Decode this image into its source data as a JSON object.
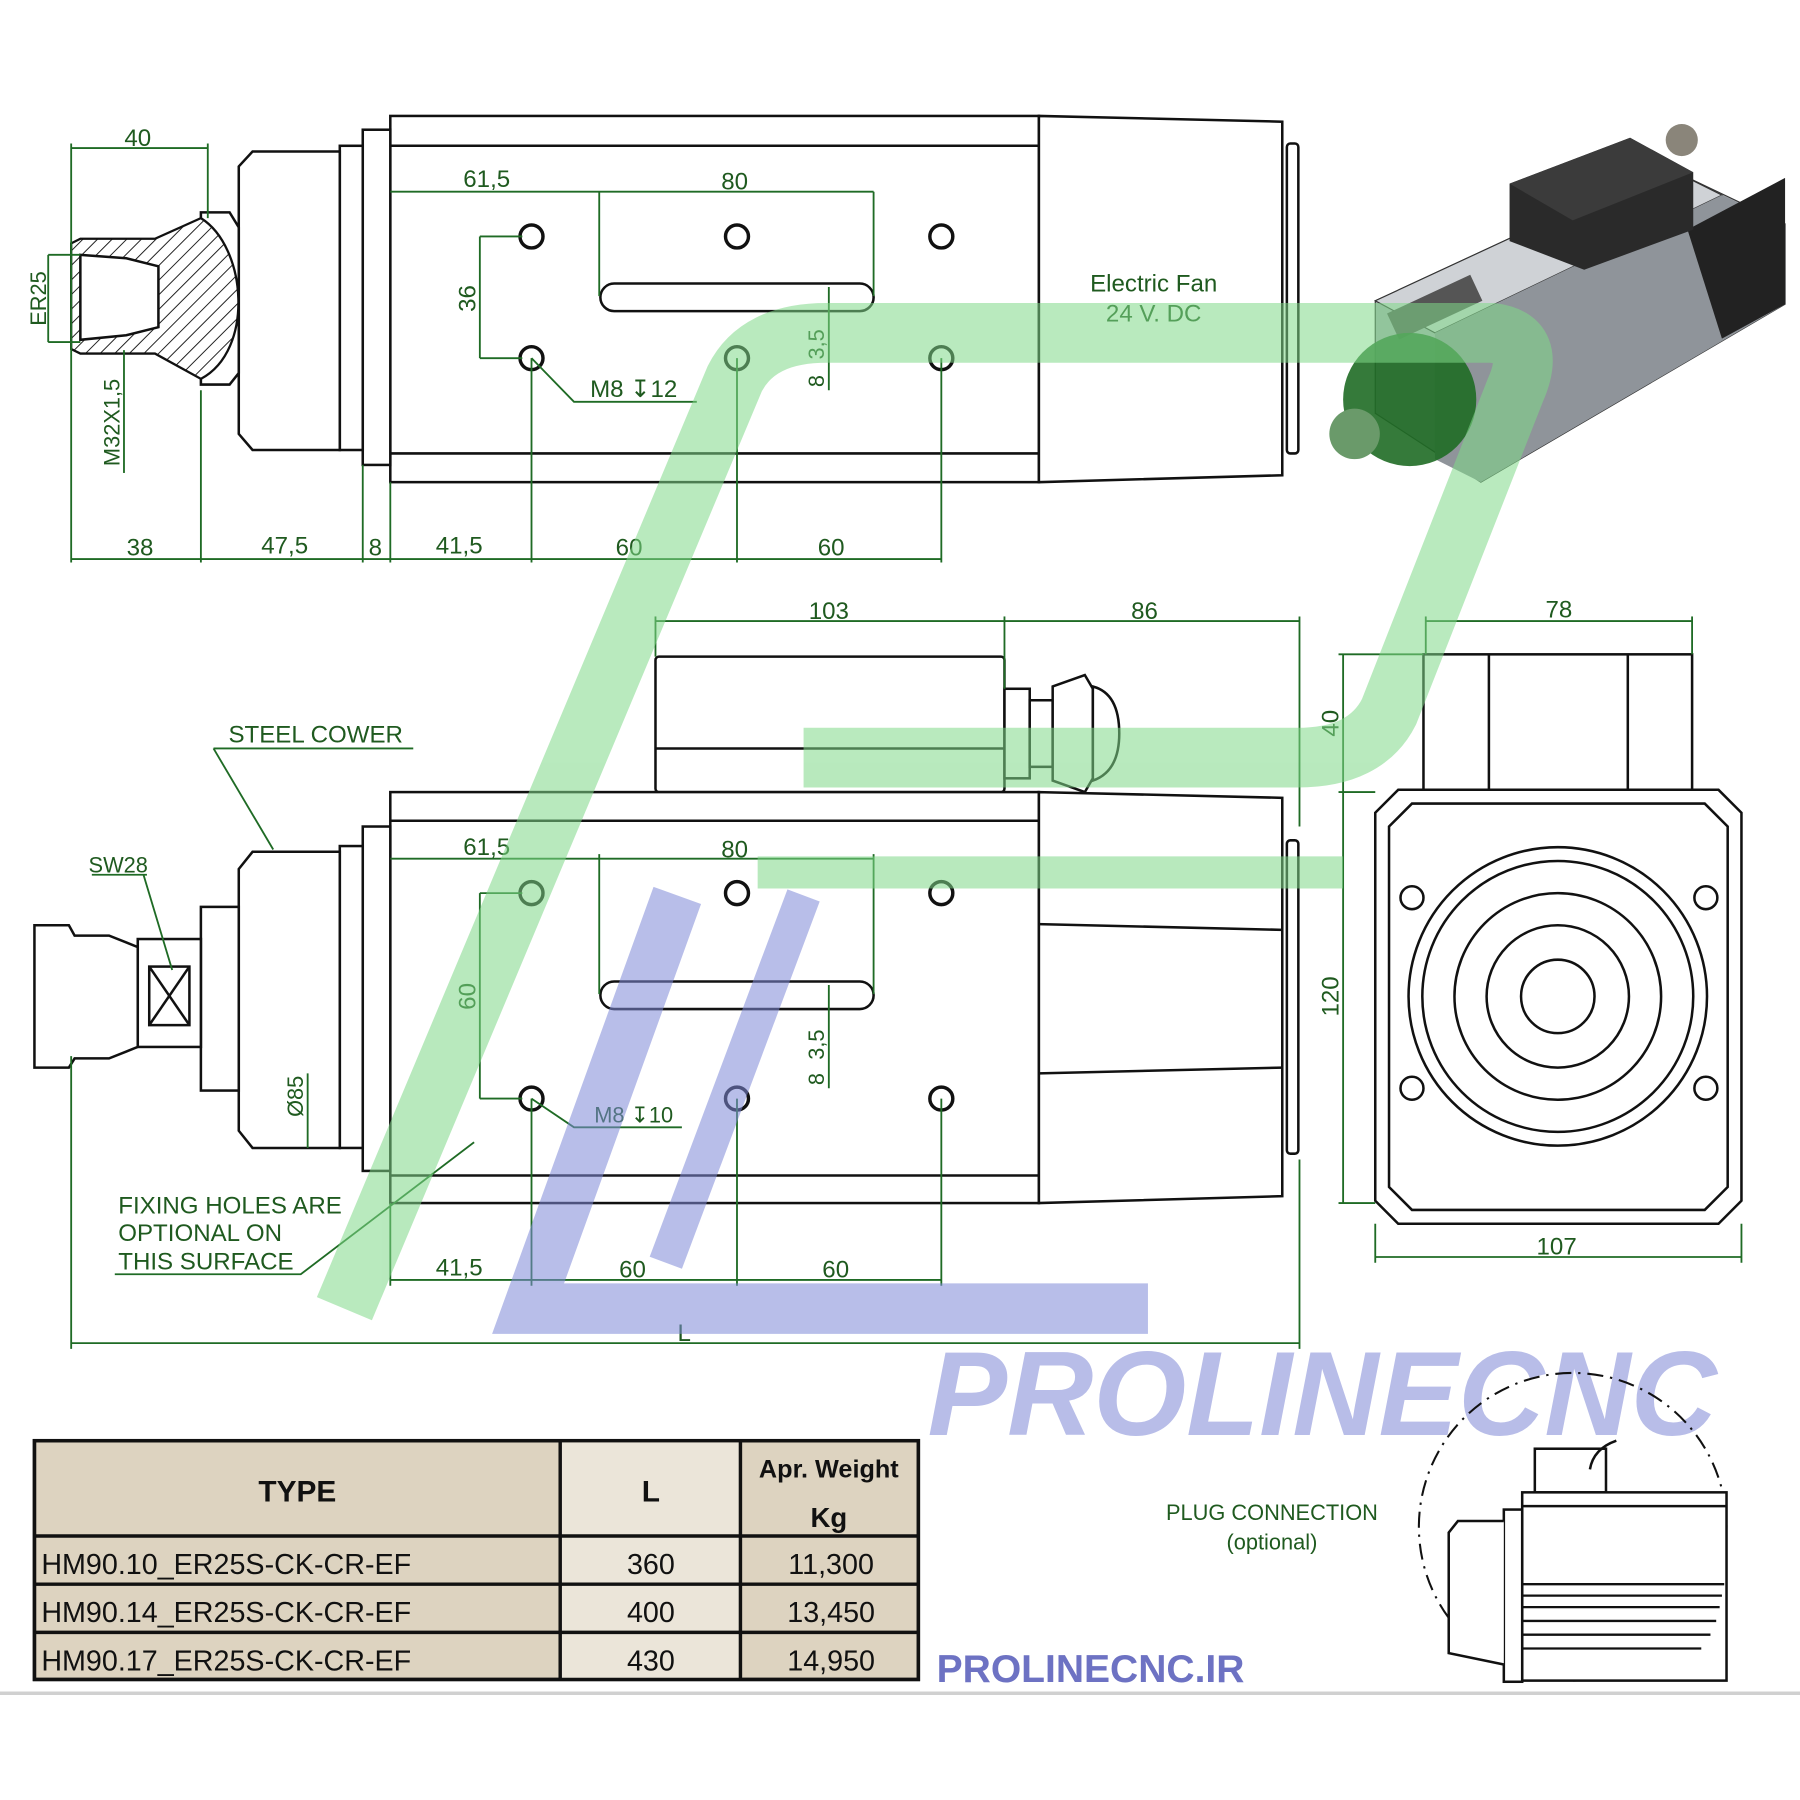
{
  "top_view": {
    "dims": {
      "d40": "40",
      "d61_5": "61,5",
      "d80": "80",
      "d36": "36",
      "er25": "ER25",
      "m32": "M32X1,5",
      "d3_5": "3,5",
      "d8": "8",
      "b38": "38",
      "b47_5": "47,5",
      "b8": "8",
      "b41_5": "41,5",
      "b60a": "60",
      "b60b": "60"
    },
    "hole_label": "M8 ↧12",
    "fan_label_1": "Electric Fan",
    "fan_label_2": "24 V. DC"
  },
  "side_view": {
    "dims": {
      "d103": "103",
      "d86": "86",
      "d61_5": "61,5",
      "d80": "80",
      "d60v": "60",
      "d3_5": "3,5",
      "d8": "8",
      "dia85": "Ø85",
      "b41_5": "41,5",
      "b60a": "60",
      "b60b": "60",
      "L": "L"
    },
    "steel_cover": "STEEL COWER",
    "sw28": "SW28",
    "hole_label": "M8 ↧10",
    "fixing_1": "FIXING HOLES ARE",
    "fixing_2": "OPTIONAL  ON",
    "fixing_3": "THIS SURFACE"
  },
  "front_view": {
    "d78": "78",
    "d40": "40",
    "d120": "120",
    "d107": "107"
  },
  "plug": {
    "label_1": "PLUG  CONNECTION",
    "label_2": "(optional)"
  },
  "watermark": {
    "brand": "PROLINECNC",
    "url": "PROLINECNC.IR"
  },
  "table": {
    "headers": {
      "type": "TYPE",
      "l": "L",
      "weight_1": "Apr. Weight",
      "weight_2": "Kg"
    },
    "rows": [
      {
        "type": "HM90.10_ER25S-CK-CR-EF",
        "l": "360",
        "weight": "11,300"
      },
      {
        "type": "HM90.14_ER25S-CK-CR-EF",
        "l": "400",
        "weight": "13,450"
      },
      {
        "type": "HM90.17_ER25S-CK-CR-EF",
        "l": "430",
        "weight": "14,950"
      }
    ]
  },
  "colors": {
    "dimension": "#1f6b25",
    "logo_green": "#9ee3a3",
    "logo_blue": "#9aa3e0",
    "table_fill": "#ddd3c0"
  }
}
